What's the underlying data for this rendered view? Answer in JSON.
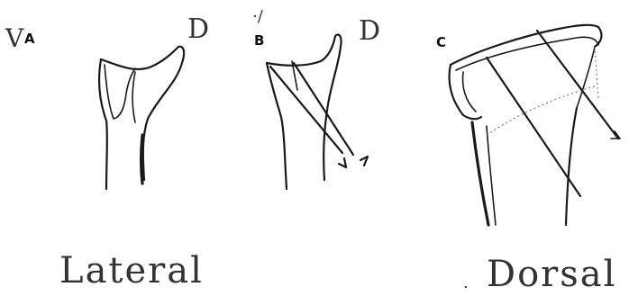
{
  "panels": [
    {
      "letter": "A",
      "mark": "V",
      "side": "D"
    },
    {
      "letter": "B",
      "mark": "·/",
      "side": "D"
    },
    {
      "letter": "C"
    }
  ],
  "captions": {
    "lateral": "Lateral",
    "dorsal": "Dorsal",
    "dorsal_dot": "."
  }
}
